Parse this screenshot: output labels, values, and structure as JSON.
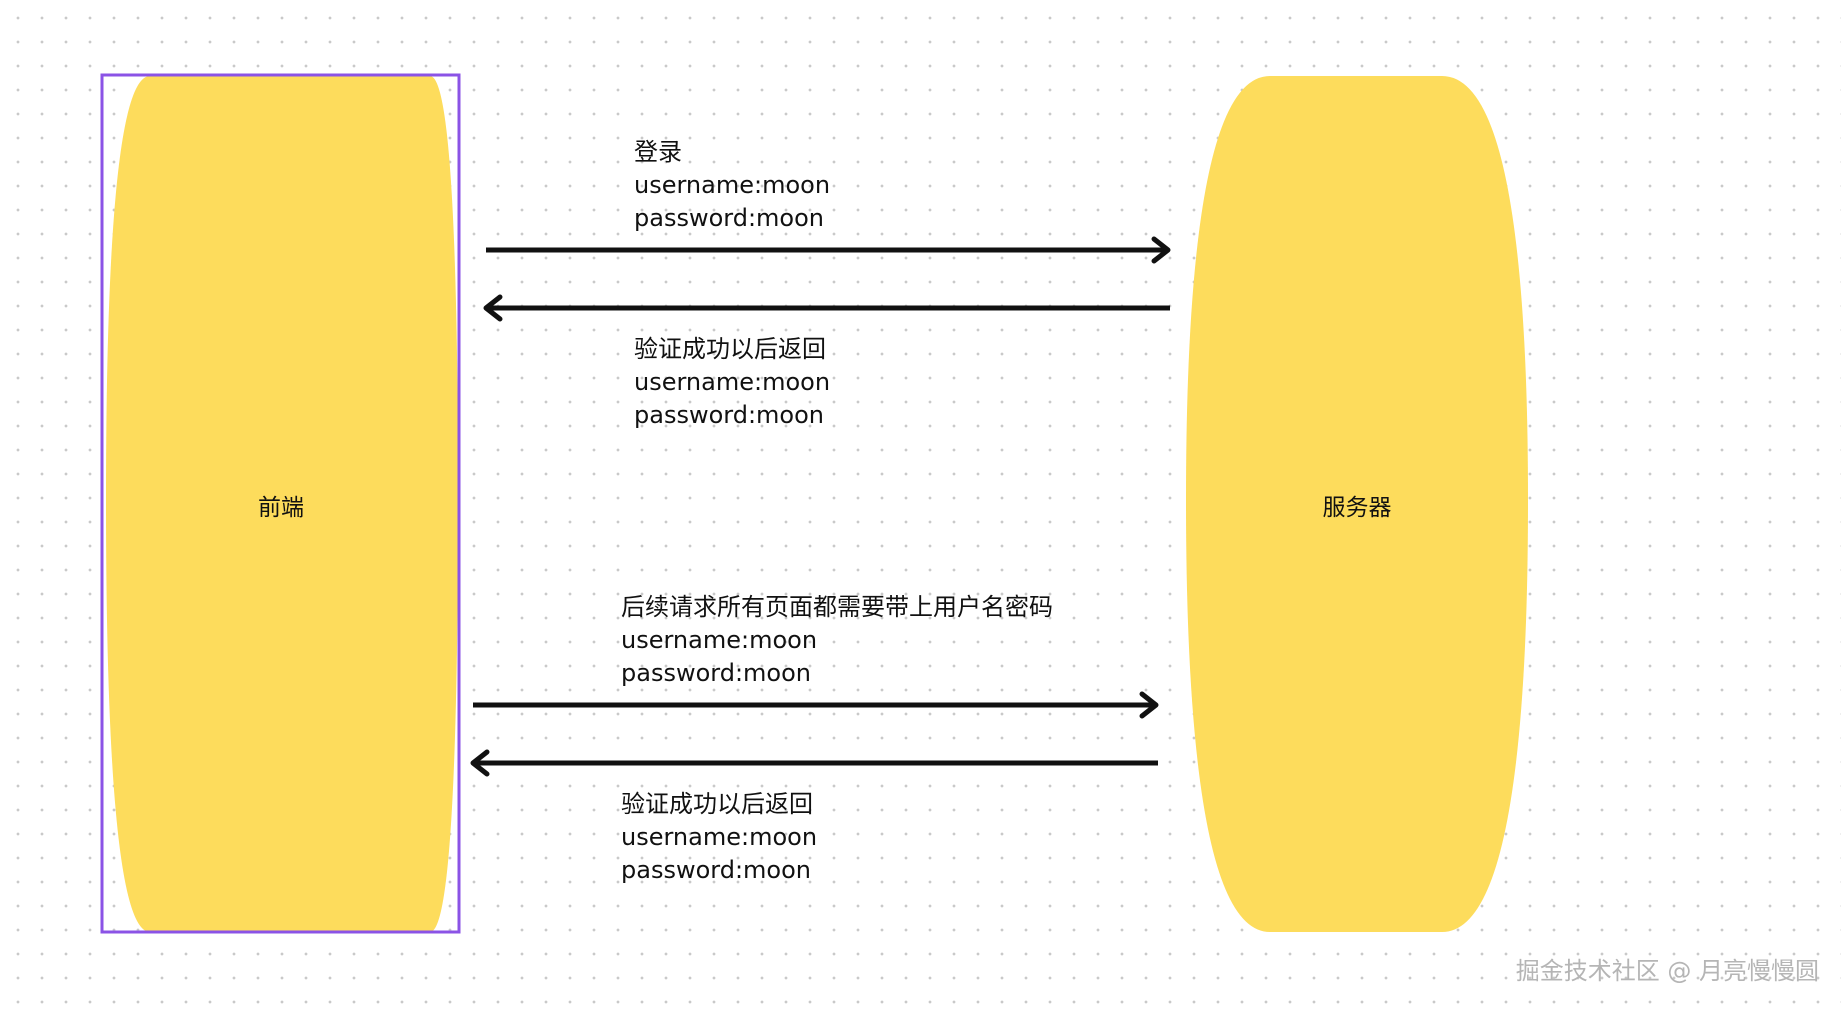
{
  "nodes": {
    "frontend": {
      "label": "前端",
      "color": "#fddc5c",
      "selected": true,
      "selection_color": "#8b53e6"
    },
    "server": {
      "label": "服务器",
      "color": "#fddc5c"
    }
  },
  "messages": {
    "login": {
      "title": "登录",
      "line1": "username:moon",
      "line2": "password:moon",
      "direction": "frontend-to-server"
    },
    "login_reply": {
      "title": "验证成功以后返回",
      "line1": "username:moon",
      "line2": "password:moon",
      "direction": "server-to-frontend"
    },
    "request": {
      "title": "后续请求所有页面都需要带上用户名密码",
      "line1": "username:moon",
      "line2": "password:moon",
      "direction": "frontend-to-server"
    },
    "request_reply": {
      "title": "验证成功以后返回",
      "line1": "username:moon",
      "line2": "password:moon",
      "direction": "server-to-frontend"
    }
  },
  "watermark": "掘金技术社区 @ 月亮慢慢圆"
}
